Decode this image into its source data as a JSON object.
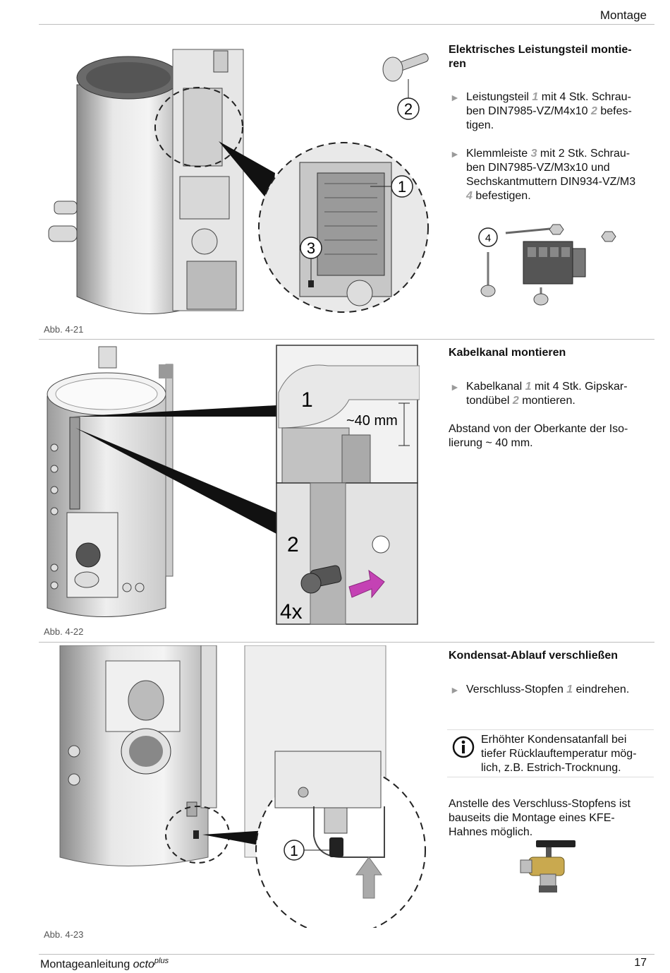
{
  "header": {
    "section": "Montage"
  },
  "sections": [
    {
      "title": "Elektrisches Leistungsteil montieren",
      "title_lines": [
        "Elektrisches Leistungsteil montie-",
        "ren"
      ],
      "steps": [
        {
          "lines": [
            [
              {
                "t": "Leistungsteil "
              },
              {
                "n": "1"
              },
              {
                "t": " mit 4 Stk. Schrau-"
              }
            ],
            [
              {
                "t": "ben DIN7985-VZ/M4x10 "
              },
              {
                "n": "2"
              },
              {
                "t": " befes-"
              }
            ],
            [
              {
                "t": "tigen."
              }
            ]
          ]
        },
        {
          "lines": [
            [
              {
                "t": "Klemmleiste "
              },
              {
                "n": "3"
              },
              {
                "t": " mit 2 Stk. Schrau-"
              }
            ],
            [
              {
                "t": "ben DIN7985-VZ/M3x10 und"
              }
            ],
            [
              {
                "t": "Sechskantmuttern DIN934-VZ/M3"
              }
            ],
            [
              {
                "n": "4"
              },
              {
                "t": " befestigen."
              }
            ]
          ]
        }
      ],
      "figure_label": "Abb. 4-21",
      "callouts": [
        "1",
        "2",
        "3",
        "4"
      ]
    },
    {
      "title": "Kabelkanal montieren",
      "steps": [
        {
          "lines": [
            [
              {
                "t": "Kabelkanal "
              },
              {
                "n": "1"
              },
              {
                "t": " mit 4 Stk. Gipskar-"
              }
            ],
            [
              {
                "t": "tondübel "
              },
              {
                "n": "2"
              },
              {
                "t": " montieren."
              }
            ]
          ]
        }
      ],
      "paragraph_lines": [
        "Abstand von der Oberkante der Iso-",
        "lierung ~ 40 mm."
      ],
      "figure_label": "Abb. 4-22",
      "callouts": [
        "1",
        "2"
      ],
      "dimension": "~40 mm",
      "quantity": "4x"
    },
    {
      "title": "Kondensat-Ablauf verschließen",
      "steps": [
        {
          "lines": [
            [
              {
                "t": "Verschluss-Stopfen "
              },
              {
                "n": "1"
              },
              {
                "t": " eindrehen."
              }
            ]
          ]
        }
      ],
      "note_lines": [
        "Erhöhter Kondensatanfall bei",
        "tiefer Rücklauftemperatur mög-",
        "lich, z.B. Estrich-Trocknung."
      ],
      "note_icon": "info-icon",
      "paragraph_lines": [
        "Anstelle des Verschluss-Stopfens ist",
        "bauseits die Montage eines KFE-",
        "Hahnes möglich."
      ],
      "figure_label": "Abb. 4-23",
      "callouts": [
        "1"
      ]
    }
  ],
  "footer": {
    "manual": "Montageanleitung ",
    "product": "octo",
    "product_sup": "plus",
    "page": "17"
  }
}
